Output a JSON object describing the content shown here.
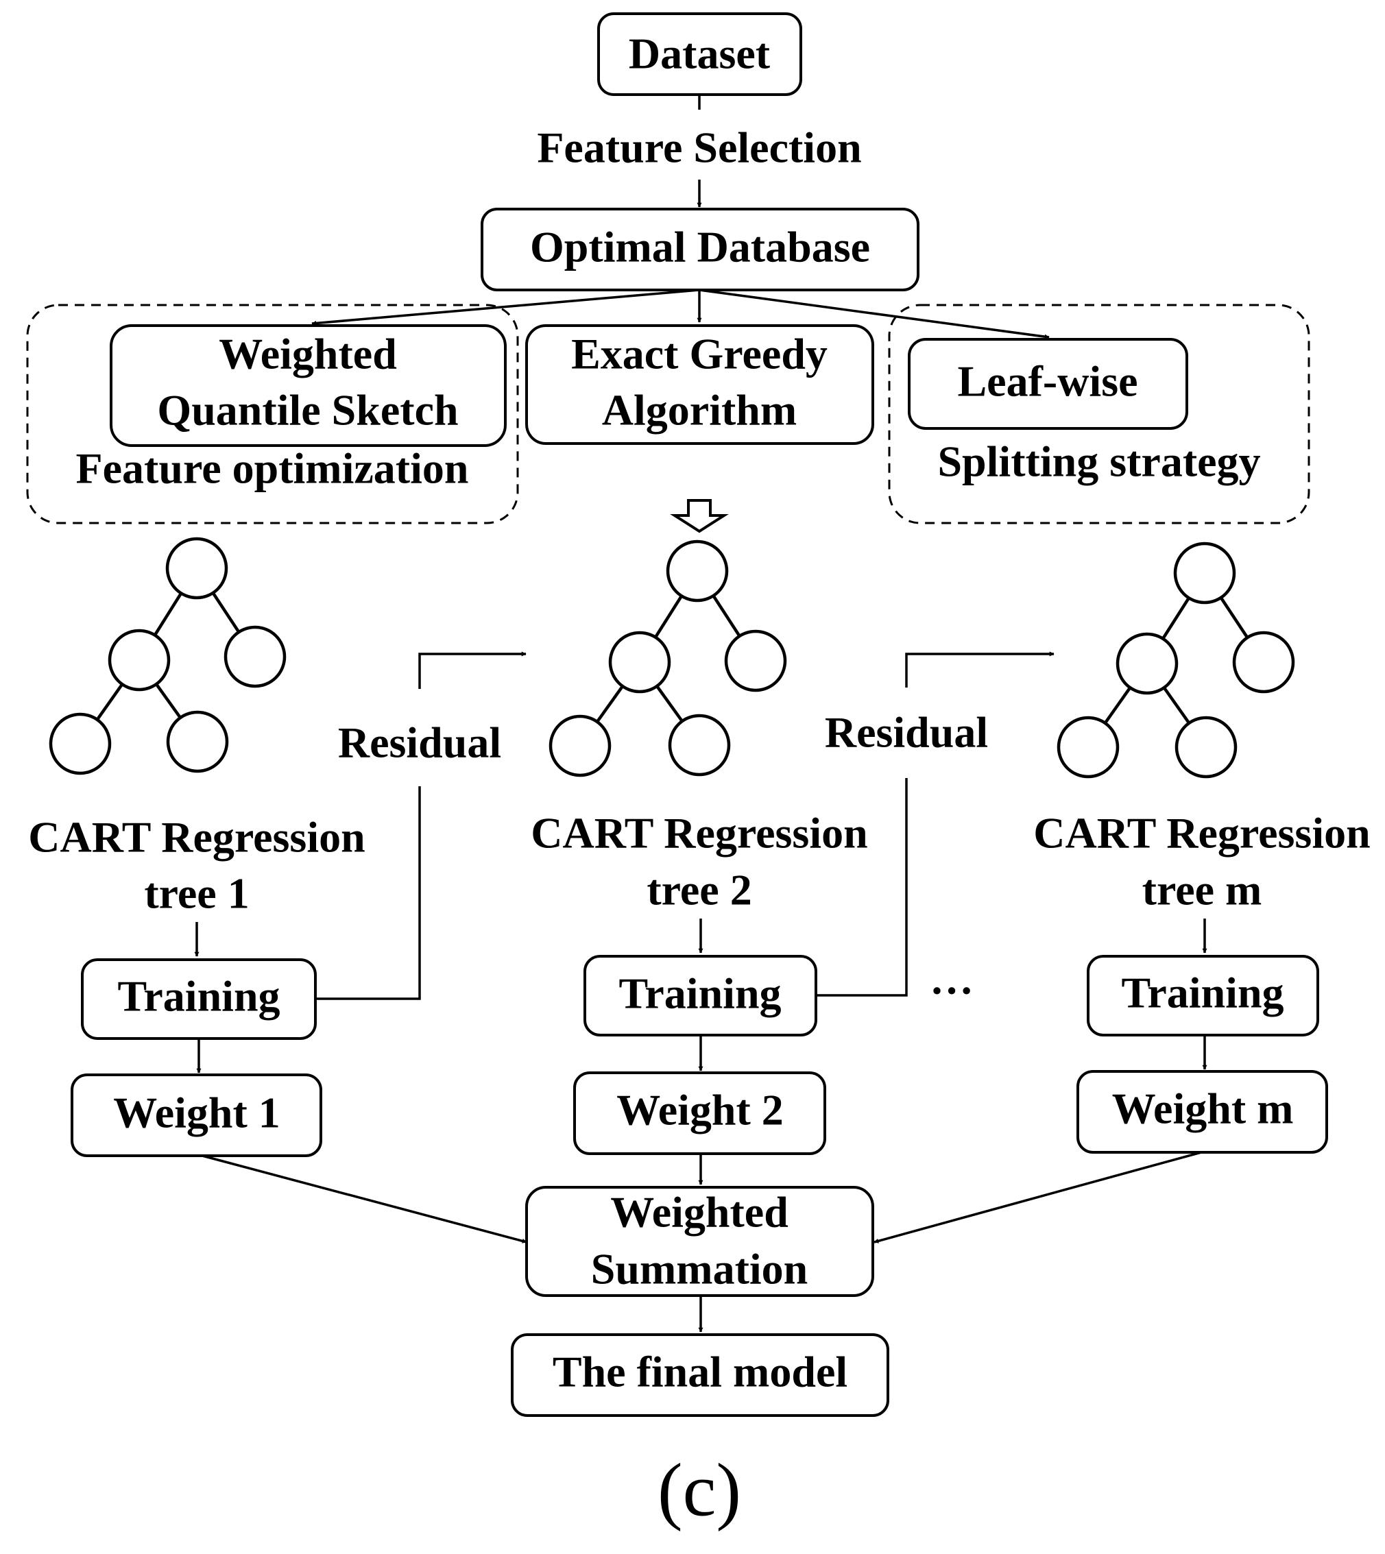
{
  "nodes": {
    "dataset": "Dataset",
    "feature_selection": "Feature Selection",
    "optimal_database": "Optimal Database",
    "weighted_quantile_sketch": [
      "Weighted",
      "Quantile Sketch"
    ],
    "exact_greedy": [
      "Exact Greedy",
      "Algorithm"
    ],
    "leaf_wise": "Leaf-wise",
    "feature_optimization": "Feature optimization",
    "splitting_strategy": "Splitting strategy",
    "residual_1": "Residual",
    "residual_2": "Residual",
    "tree_1": [
      "CART Regression",
      "tree 1"
    ],
    "tree_2": [
      "CART Regression",
      "tree 2"
    ],
    "tree_m": [
      "CART Regression",
      "tree m"
    ],
    "training_1": "Training",
    "training_2": "Training",
    "training_m": "Training",
    "weight_1": "Weight 1",
    "weight_2": "Weight 2",
    "weight_m": "Weight m",
    "ellipsis": "…",
    "weighted_summation": [
      "Weighted",
      "Summation"
    ],
    "final_model": "The final model",
    "caption": "(c)"
  }
}
